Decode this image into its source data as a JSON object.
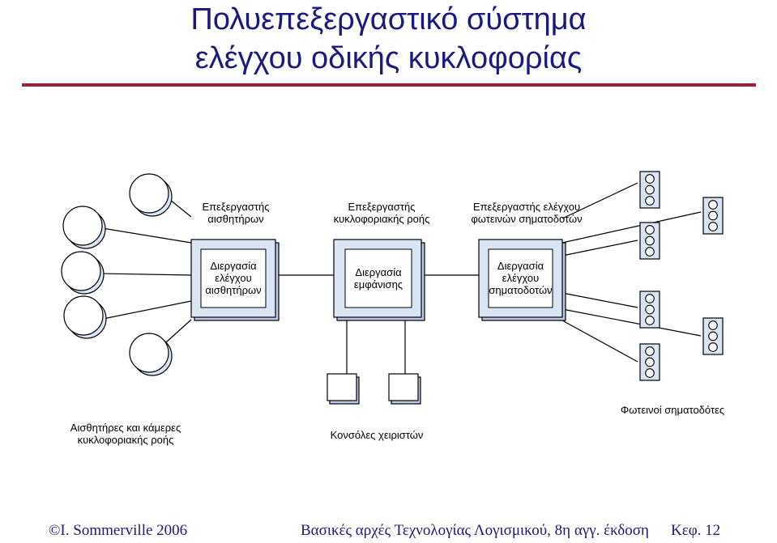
{
  "title": {
    "line1": "Πολυεπεξεργαστικό σύστημα",
    "line2": "ελέγχου οδικής κυκλοφορίας"
  },
  "processors": {
    "sensor": {
      "line1": "Επεξεργαστής",
      "line2": "αισθητήρων"
    },
    "flow": {
      "line1": "Επεξεργαστής",
      "line2": "κυκλοφοριακής ροής"
    },
    "light": {
      "line1": "Επεξεργαστής ελέγχου",
      "line2": "φωτεινών σηματοδοτών"
    }
  },
  "processes": {
    "sensor": {
      "line1": "Διεργασία",
      "line2": "ελέγχου",
      "line3": "αισθητήρων"
    },
    "display": {
      "line1": "Διεργασία",
      "line2": "εμφάνισης"
    },
    "light": {
      "line1": "Διεργασία",
      "line2": "ελέγχου",
      "line3": "σηματοδοτών"
    }
  },
  "groups": {
    "sensors": {
      "line1": "Αισθητήρες και κάμερες",
      "line2": "κυκλοφοριακής ροής"
    },
    "consoles": "Κονσόλες χειριστών",
    "lights": "Φωτεινοί σηματοδότες"
  },
  "footer": {
    "copyright": "©I. Sommerville 2006",
    "book": "Βασικές αρχές Τεχνολογίας Λογισμικού, 8η αγγ. έκδοση",
    "chapter": "Κεφ. 12"
  },
  "colors": {
    "title": "#1a1a80",
    "rule": "#a21c3c",
    "box_fill": "#d9e5f5",
    "box_inner": "#ffffff",
    "stroke": "#000000"
  }
}
